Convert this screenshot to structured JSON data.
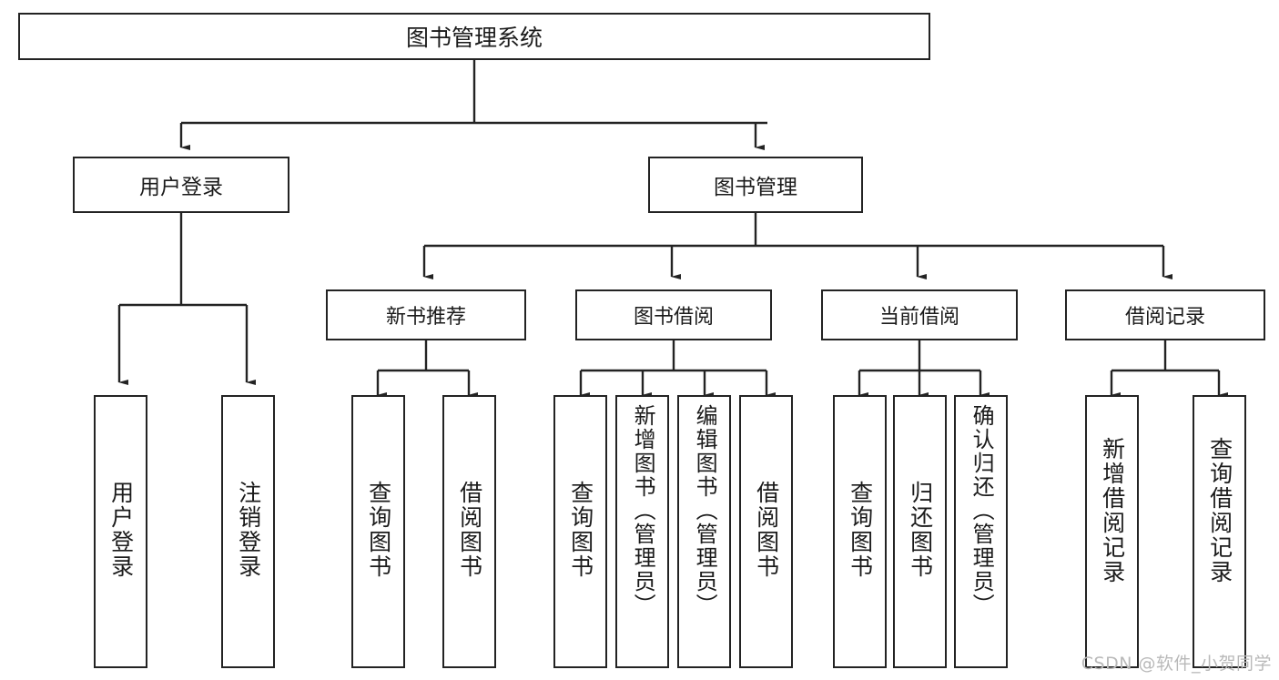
{
  "diagram": {
    "title": "图书管理系统",
    "watermark": "CSDN @软件_小贺同学",
    "root": {
      "label": "图书管理系统"
    },
    "level1": [
      {
        "label": "用户登录"
      },
      {
        "label": "图书管理"
      }
    ],
    "level2": [
      {
        "label": "新书推荐"
      },
      {
        "label": "图书借阅"
      },
      {
        "label": "当前借阅"
      },
      {
        "label": "借阅记录"
      }
    ],
    "leaves": [
      {
        "label": "用户登录"
      },
      {
        "label": "注销登录"
      },
      {
        "label": "查询图书"
      },
      {
        "label": "借阅图书"
      },
      {
        "label": "查询图书"
      },
      {
        "label": "新增图书（管理员）"
      },
      {
        "label": "编辑图书（管理员）"
      },
      {
        "label": "借阅图书"
      },
      {
        "label": "查询图书"
      },
      {
        "label": "归还图书"
      },
      {
        "label": "确认归还（管理员）"
      },
      {
        "label": "新增借阅记录"
      },
      {
        "label": "查询借阅记录"
      }
    ],
    "colors": {
      "stroke": "#232323",
      "text": "#1b1b1b",
      "background": "#ffffff",
      "watermark": "#b9b9b9"
    }
  }
}
